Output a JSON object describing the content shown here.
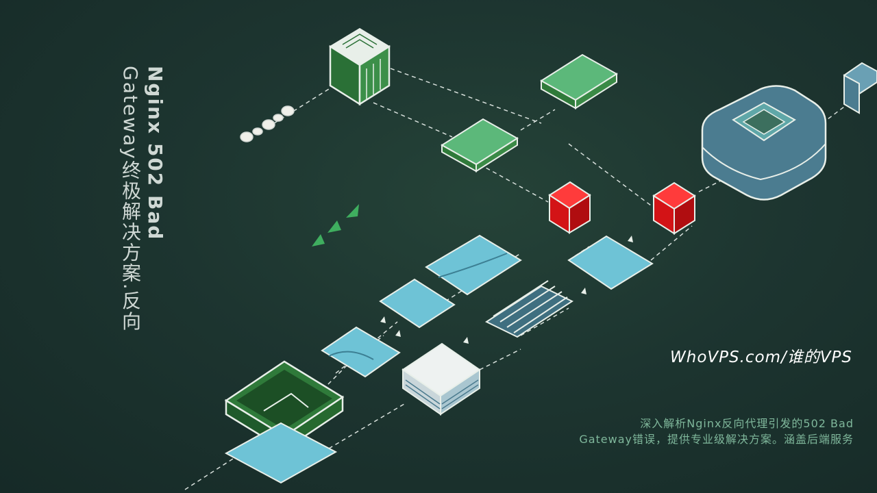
{
  "title": {
    "line1": "Nginx 502 Bad",
    "line2": "Gateway终极解决方案.反向"
  },
  "brand": "WhoVPS.com/谁的VPS",
  "description": {
    "line1": "深入解析Nginx反向代理引发的502 Bad",
    "line2": "Gateway错误，提供专业级解决方案。涵盖后端服务"
  },
  "colors": {
    "background": "#1d3530",
    "green": "#2e7d3e",
    "light_blue": "#6ec3d6",
    "red": "#e3191c",
    "steel_blue": "#4a7a8e"
  }
}
